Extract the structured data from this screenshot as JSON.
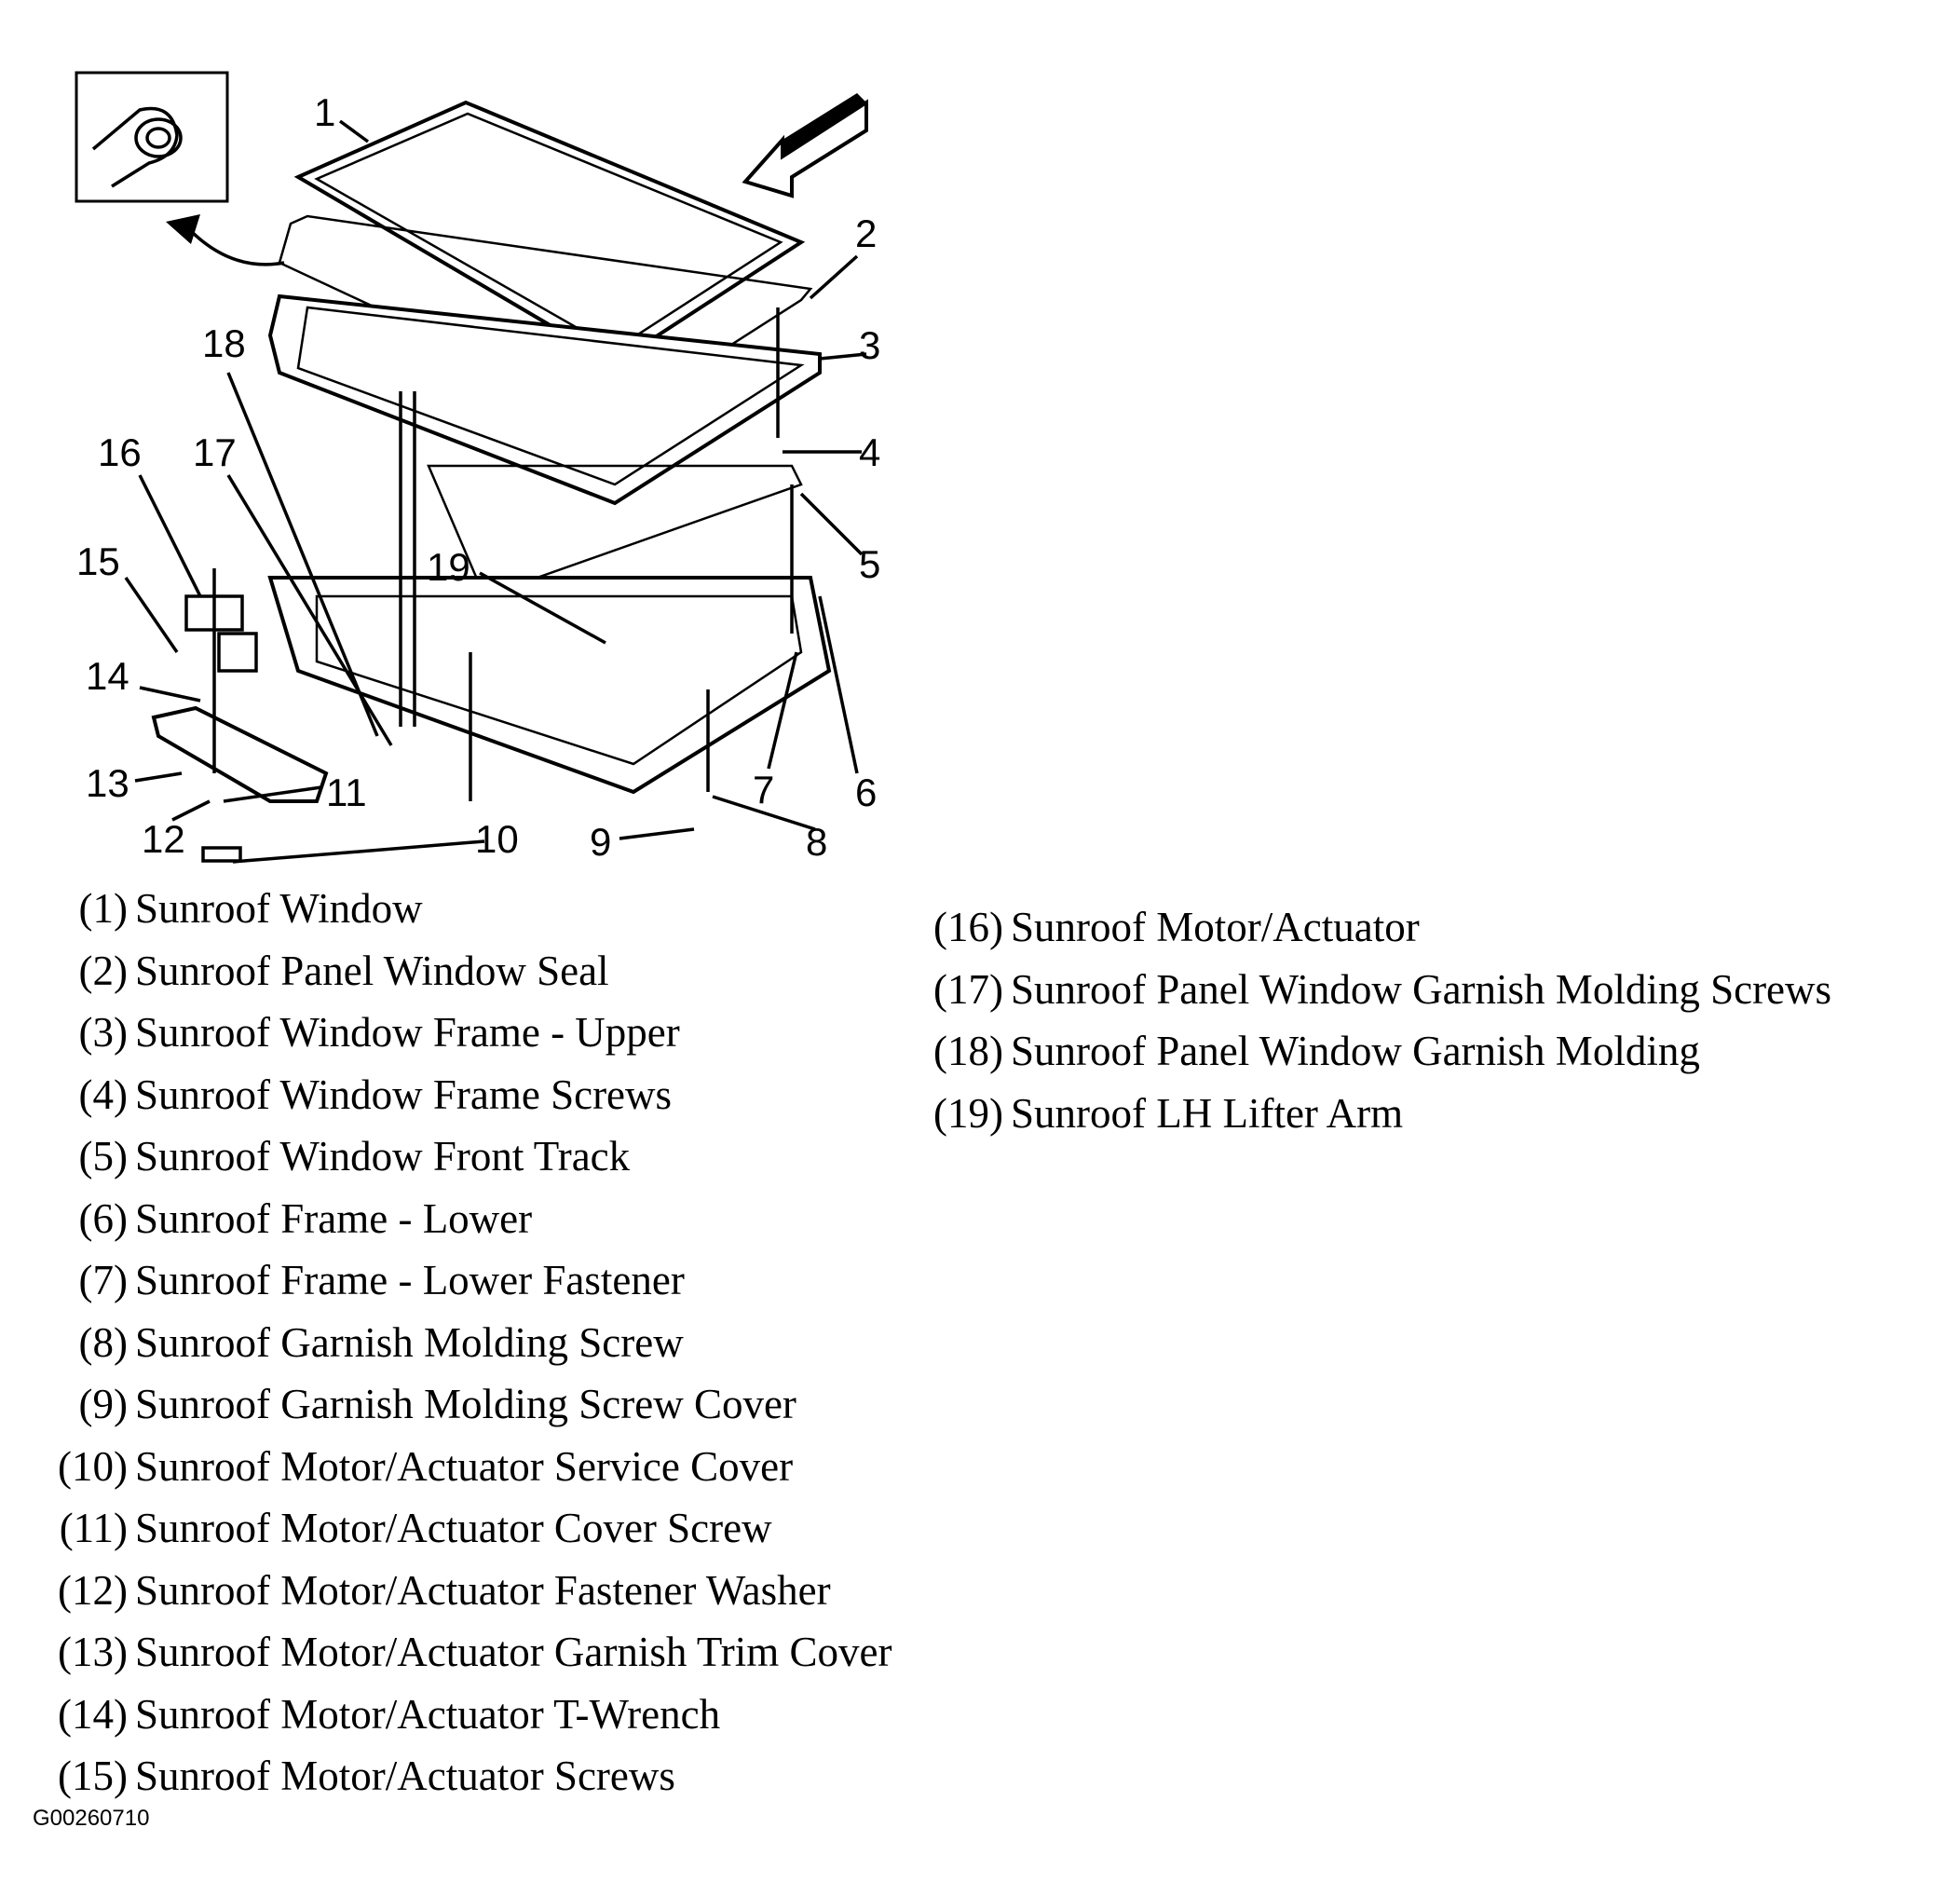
{
  "figure": {
    "id": "G00260710",
    "callouts": [
      "1",
      "2",
      "3",
      "4",
      "5",
      "6",
      "7",
      "8",
      "9",
      "10",
      "11",
      "12",
      "13",
      "14",
      "15",
      "16",
      "17",
      "18",
      "19"
    ]
  },
  "legend": {
    "left": [
      {
        "num": "(1)",
        "label": "Sunroof Window"
      },
      {
        "num": "(2)",
        "label": "Sunroof Panel Window Seal"
      },
      {
        "num": "(3)",
        "label": "Sunroof Window Frame - Upper"
      },
      {
        "num": "(4)",
        "label": "Sunroof Window Frame Screws"
      },
      {
        "num": "(5)",
        "label": "Sunroof Window Front Track"
      },
      {
        "num": "(6)",
        "label": "Sunroof Frame - Lower"
      },
      {
        "num": "(7)",
        "label": "Sunroof Frame - Lower Fastener"
      },
      {
        "num": "(8)",
        "label": "Sunroof Garnish Molding Screw"
      },
      {
        "num": "(9)",
        "label": "Sunroof Garnish Molding Screw Cover"
      },
      {
        "num": "(10)",
        "label": "Sunroof Motor/Actuator Service Cover"
      },
      {
        "num": "(11)",
        "label": "Sunroof Motor/Actuator Cover Screw"
      },
      {
        "num": "(12)",
        "label": "Sunroof Motor/Actuator Fastener Washer"
      },
      {
        "num": "(13)",
        "label": "Sunroof Motor/Actuator Garnish Trim Cover"
      },
      {
        "num": "(14)",
        "label": "Sunroof Motor/Actuator T-Wrench"
      },
      {
        "num": "(15)",
        "label": "Sunroof Motor/Actuator Screws"
      }
    ],
    "right": [
      {
        "num": "(16)",
        "label": "Sunroof Motor/Actuator"
      },
      {
        "num": "(17)",
        "label": "Sunroof Panel Window Garnish Molding Screws"
      },
      {
        "num": "(18)",
        "label": "Sunroof Panel Window Garnish Molding"
      },
      {
        "num": "(19)",
        "label": "Sunroof LH Lifter Arm"
      }
    ]
  }
}
